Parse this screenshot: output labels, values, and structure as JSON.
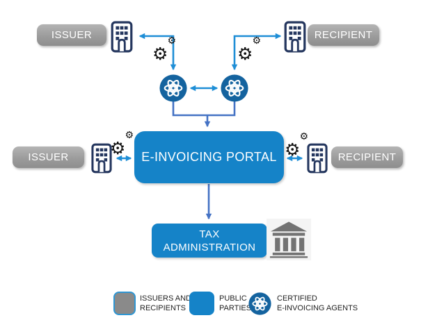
{
  "diagram": {
    "nodes": {
      "issuer_top": {
        "label": "ISSUER",
        "type": "issuer-recipient"
      },
      "recipient_top": {
        "label": "RECIPIENT",
        "type": "issuer-recipient"
      },
      "issuer_mid": {
        "label": "ISSUER",
        "type": "issuer-recipient"
      },
      "recipient_mid": {
        "label": "RECIPIENT",
        "type": "issuer-recipient"
      },
      "portal": {
        "label": "E-INVOICING PORTAL",
        "type": "public-party"
      },
      "tax": {
        "label_line1": "TAX",
        "label_line2": "ADMINISTRATION",
        "type": "public-party"
      }
    },
    "icons": {
      "gear_glyph": "⚙",
      "building": "office-building",
      "atom": "certified-agent-atom",
      "bank": "government-bank"
    },
    "colors": {
      "public_party_blue": "#1583C8",
      "agent_circle_blue": "#14639F",
      "issuer_recipient_gray": "#8E8E8E",
      "arrow_bright_blue": "#1E8ED6",
      "arrow_royal_blue": "#4472C4",
      "building_outline_navy": "#24365E",
      "bank_gray": "#737373",
      "gear_black": "#111111"
    },
    "legend": {
      "items": [
        {
          "swatch": "gray-rounded-square",
          "label_line1": "ISSUERS AND",
          "label_line2": "RECIPIENTS"
        },
        {
          "swatch": "blue-rounded-square",
          "label_line1": "PUBLIC",
          "label_line2": "PARTIES"
        },
        {
          "swatch": "atom-circle",
          "label_line1": "CERTIFIED",
          "label_line2": "E-INVOICING AGENTS"
        }
      ]
    }
  }
}
